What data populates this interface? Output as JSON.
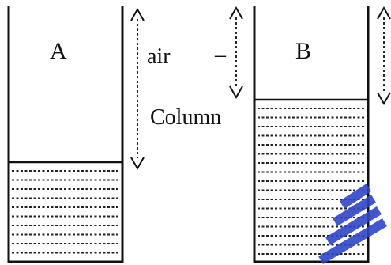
{
  "figure": {
    "tube_a_label": "A",
    "tube_b_label": "B",
    "air_text": "air",
    "dash_text": "–",
    "column_text": "Column",
    "line_color": "#111111",
    "watermark_color": "#2f45c9"
  }
}
